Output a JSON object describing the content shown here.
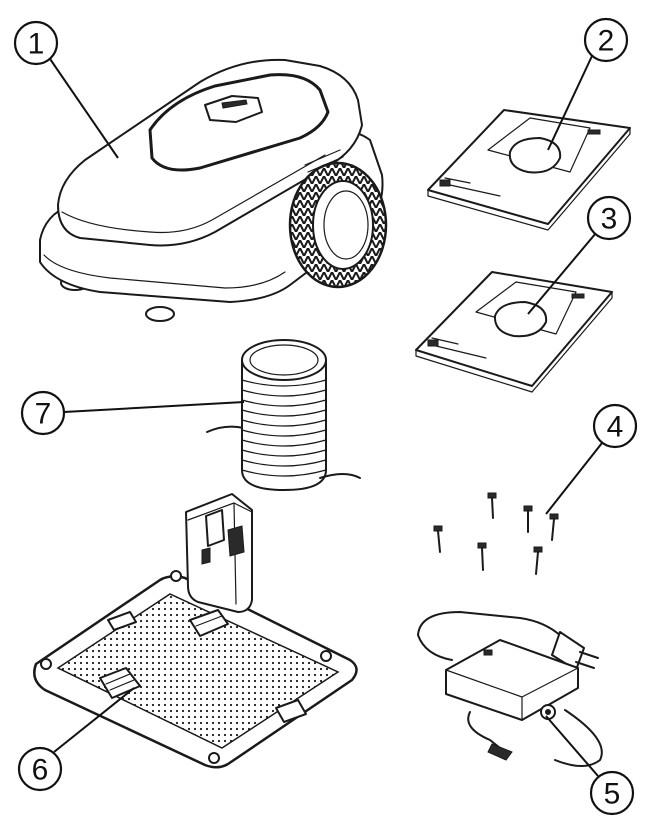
{
  "callouts": {
    "c1": "1",
    "c2": "2",
    "c3": "3",
    "c4": "4",
    "c5": "5",
    "c6": "6",
    "c7": "7"
  },
  "icons": {
    "mower": "robotic-mower-icon",
    "manual_a": "manual-booklet-icon",
    "manual_b": "manual-booklet-icon",
    "pegs": "ground-pegs-icon",
    "power_supply": "power-supply-icon",
    "charging_station": "charging-station-icon",
    "wire_spool": "boundary-wire-spool-icon"
  },
  "colors": {
    "ink": "#1a1a1a",
    "paper": "#ffffff"
  }
}
